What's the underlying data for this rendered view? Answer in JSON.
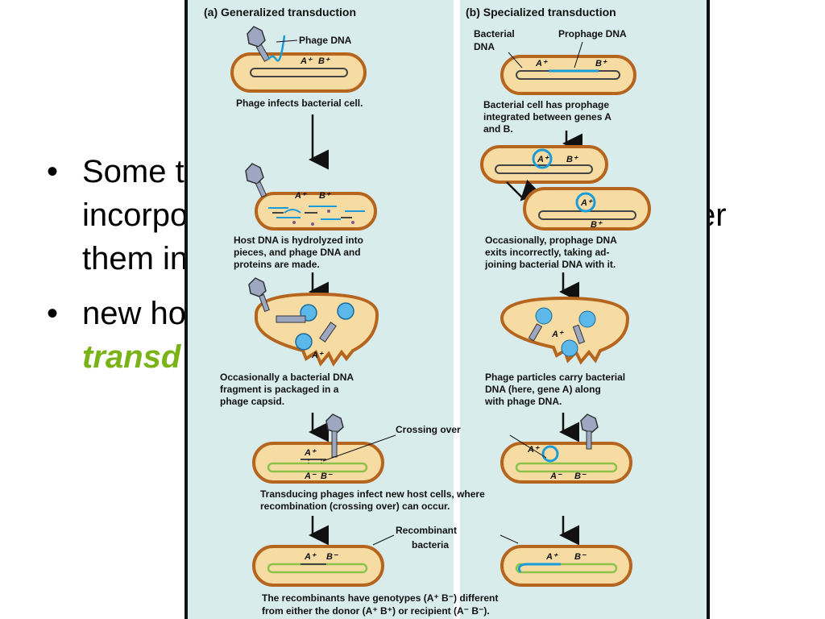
{
  "slide": {
    "bullets": [
      {
        "lines": [
          "Some t",
          "incorpo",
          "them in"
        ],
        "suffix_line2": "er"
      },
      {
        "lines": [
          "new ho",
          "transd"
        ]
      }
    ]
  },
  "figure": {
    "panel_a": {
      "title": "(a) Generalized transduction",
      "phage_dna_label": "Phage DNA",
      "step1": "Phage infects bacterial cell.",
      "step2": [
        "Host DNA is hydrolyzed into",
        "pieces, and phage DNA and",
        "proteins are made."
      ],
      "step3": [
        "Occasionally a bacterial DNA",
        "fragment is packaged in a",
        "phage capsid."
      ]
    },
    "panel_b": {
      "title": "(b) Specialized transduction",
      "bacterial_dna_label": [
        "Bacterial",
        "DNA"
      ],
      "prophage_label": "Prophage DNA",
      "step1": [
        "Bacterial cell has prophage",
        "integrated between genes A",
        "and B."
      ],
      "step2": [
        "Occasionally, prophage DNA",
        "exits incorrectly, taking ad-",
        "joining bacterial DNA with it."
      ],
      "step3": [
        "Phage particles carry bacterial",
        "DNA (here, gene A) along",
        "with phage DNA."
      ]
    },
    "crossing_over": "Crossing over",
    "shared_step4": [
      "Transducing phages infect new host cells, where",
      "recombination (crossing over) can occur."
    ],
    "recombinant_label": [
      "Recombinant",
      "bacteria"
    ],
    "final_caption": [
      "The recombinants have genotypes (A⁺ B⁻) different",
      "from either the donor (A⁺ B⁺) or recipient (A⁻ B⁻)."
    ],
    "genes": {
      "a_plus": "A⁺",
      "b_plus": "B⁺",
      "a_minus": "A⁻",
      "b_minus": "B⁻"
    },
    "colors": {
      "cell_fill": "#f6dca3",
      "cell_stroke": "#b5651d",
      "phage_dna": "#1b9bd7",
      "recipient_dna": "#8bc34a",
      "panel_bg": "#d9ecec"
    }
  }
}
